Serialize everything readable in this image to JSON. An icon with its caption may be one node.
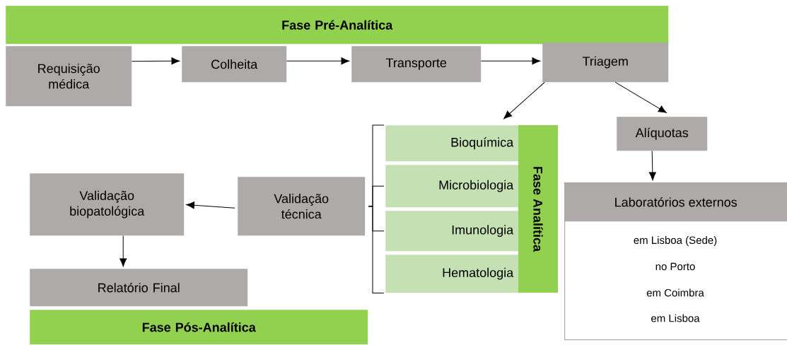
{
  "diagram": {
    "nodes": [
      {
        "text": [
          "Fase Pré-Analítica"
        ]
      },
      {
        "text": [
          "Requisição médica"
        ]
      },
      {
        "text": [
          "Colheita"
        ]
      },
      {
        "text": [
          "Transporte"
        ]
      },
      {
        "text": [
          "Triagem"
        ]
      },
      {
        "text": [
          "Bioquímica"
        ]
      },
      {
        "text": [
          "Microbiologia"
        ]
      },
      {
        "text": [
          "Imunologia"
        ]
      },
      {
        "text": [
          "Hematologia"
        ]
      },
      {
        "text": [
          "Fase Analítica"
        ]
      },
      {
        "text": [
          "Alíquotas"
        ]
      },
      {
        "text": [
          "Laboratórios externos",
          "em Lisboa (Sede)",
          "no Porto",
          "em Coimbra",
          "em Lisboa"
        ]
      },
      {
        "text": [
          "Validação técnica"
        ]
      },
      {
        "text": [
          "Validação biopatológica"
        ]
      },
      {
        "text": [
          "Relatório Final"
        ]
      },
      {
        "text": [
          "Fase Pós-Analítica"
        ]
      }
    ],
    "edges": [
      {
        "from": 1,
        "to": 2,
        "arrow": "to"
      },
      {
        "from": 2,
        "to": 3,
        "arrow": "to"
      },
      {
        "from": 3,
        "to": 4,
        "arrow": "to"
      },
      {
        "from": 4,
        "to": 5,
        "arrow": "to"
      },
      {
        "from": 4,
        "to": 10,
        "arrow": "to"
      },
      {
        "from": 10,
        "to": 11,
        "arrow": "to"
      },
      {
        "from": 5,
        "to": 12,
        "arrow": "none"
      },
      {
        "from": 6,
        "to": 12,
        "arrow": "none"
      },
      {
        "from": 7,
        "to": 12,
        "arrow": "none"
      },
      {
        "from": 8,
        "to": 12,
        "arrow": "none"
      },
      {
        "from": 12,
        "to": 13,
        "arrow": "to"
      },
      {
        "from": 13,
        "to": 14,
        "arrow": "to"
      }
    ]
  }
}
